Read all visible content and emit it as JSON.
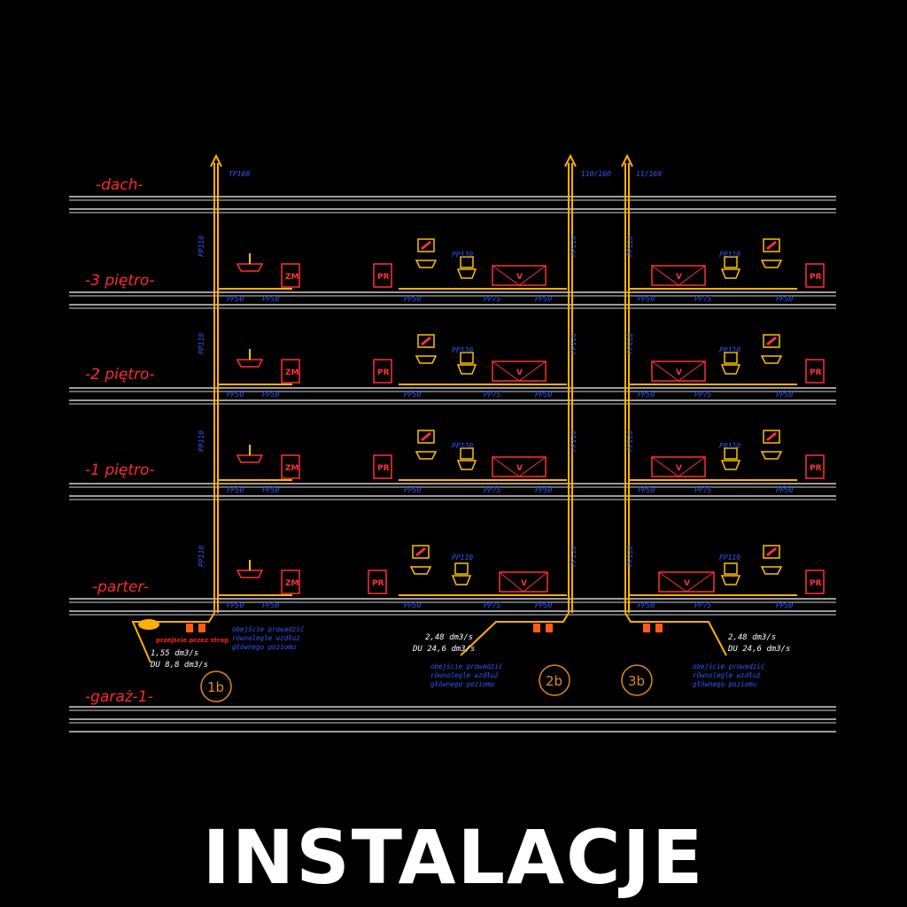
{
  "title": "INSTALACJE",
  "levels": [
    {
      "label": "-dach-"
    },
    {
      "label": "-3 piętro-"
    },
    {
      "label": "-2 piętro-"
    },
    {
      "label": "-1 piętro-"
    },
    {
      "label": "-parter-"
    },
    {
      "label": "-garaż-1-"
    }
  ],
  "risers": [
    {
      "tag": "1b",
      "vent_label": "TP160",
      "flow": "1,55 dm3/s",
      "du": "DU 8,8 dm3/s",
      "note": [
        "obejście prowadzić",
        "równolegle wzdłuż",
        "głównego poziomu"
      ]
    },
    {
      "tag": "2b",
      "vent_label": "110/160",
      "flow": "2,48 dm3/s",
      "du": "DU 24,6 dm3/s",
      "note": [
        "obejście prowadzić",
        "równolegle wzdłuż",
        "głównego poziomu"
      ]
    },
    {
      "tag": "3b",
      "vent_label": "11/160",
      "flow": "2,48 dm3/s",
      "du": "DU 24,6 dm3/s",
      "note": [
        "obejście prowadzić",
        "równolegle wzdłuż",
        "głównego poziomu"
      ]
    }
  ],
  "pipe_labels": {
    "pp50": "PP50",
    "pp75": "PP75",
    "pp110": "PP110"
  },
  "fixtures": {
    "washer": "PR",
    "dishwasher": "ZM",
    "bath": "V"
  },
  "warning_label": "przejście przez strop",
  "colors": {
    "background": "#000000",
    "floor_lines": "#cfcfcf",
    "pipes": "#ffb000",
    "text_blue": "#2f5bff",
    "level_red": "#ff2a2a",
    "tag_orange": "#e08a1c"
  }
}
